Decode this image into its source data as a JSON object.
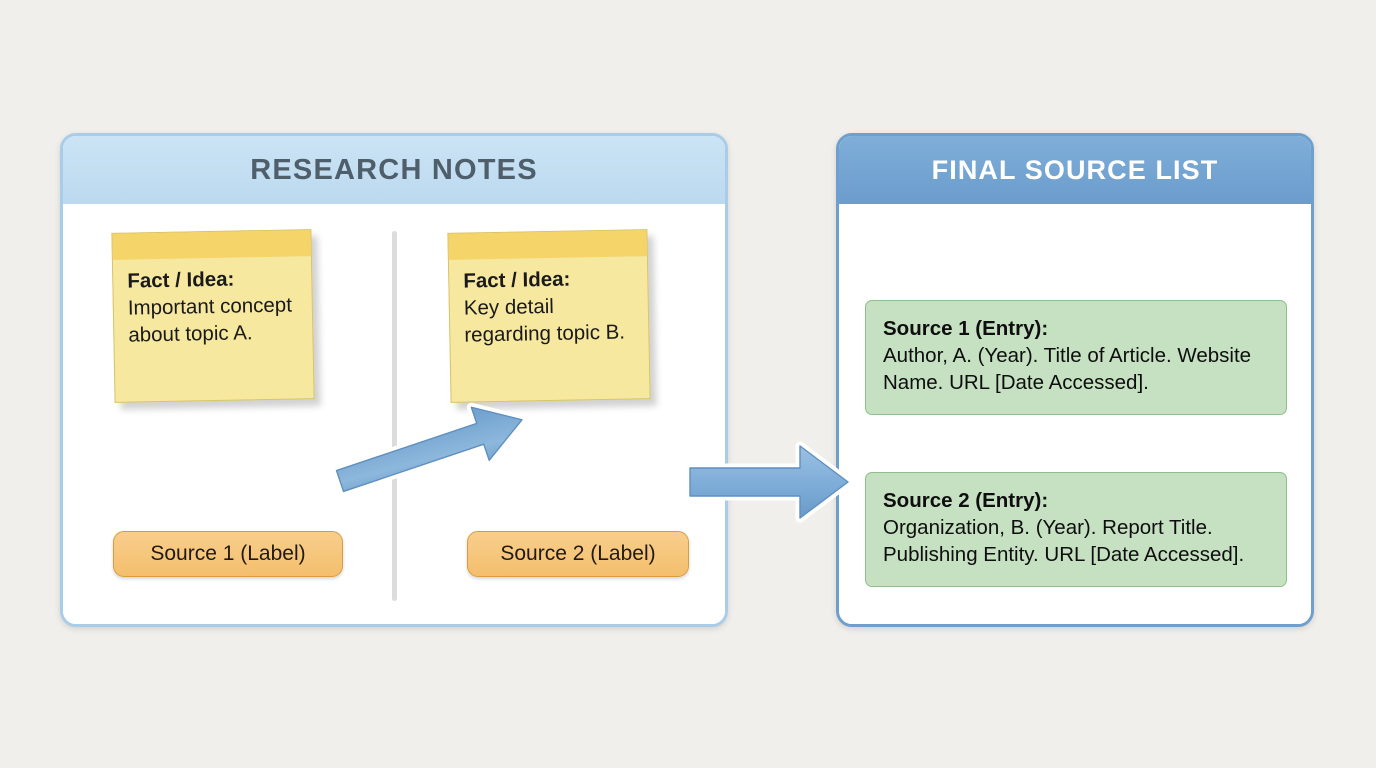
{
  "background_color": "#F0EFEB",
  "notes_panel": {
    "title": "RESEARCH NOTES",
    "header_color": "#C3DEF2",
    "border_color": "#A9CDE8",
    "title_color": "#4E5F6B",
    "notes": [
      {
        "label": "Fact / Idea:",
        "body": "Important concept about topic A.",
        "pill": "Source 1 (Label)"
      },
      {
        "label": "Fact / Idea:",
        "body": "Key detail regarding topic B.",
        "pill": "Source 2 (Label)"
      }
    ],
    "note_color": "#F7E89F",
    "note_header_color": "#F5D46A",
    "pill_color": "#F4BF6D"
  },
  "list_panel": {
    "title": "FINAL SOURCE LIST",
    "header_color": "#74A4D2",
    "border_color": "#6E9FCD",
    "title_color": "#FFFFFF",
    "entries": [
      {
        "label": "Source 1 (Entry):",
        "body": "Author, A. (Year). Title of Article. Website Name. URL [Date Accessed]."
      },
      {
        "label": "Source 2 (Entry):",
        "body": "Organization, B. (Year). Report Title. Publishing Entity. URL [Date Accessed]."
      }
    ],
    "card_color": "#C5E1C2",
    "card_border_color": "#8FBF8C"
  },
  "arrows": [
    {
      "name": "arrow-source-1-to-entry-1",
      "from": "Source 1 (Label)",
      "to": "Source 1 (Entry)",
      "color": "#79A9D4",
      "outline_color": "#FFFFFF"
    },
    {
      "name": "arrow-source-2-to-entry-2",
      "from": "Source 2 (Label)",
      "to": "Source 2 (Entry)",
      "color": "#79A9D4",
      "outline_color": "#FFFFFF"
    }
  ]
}
